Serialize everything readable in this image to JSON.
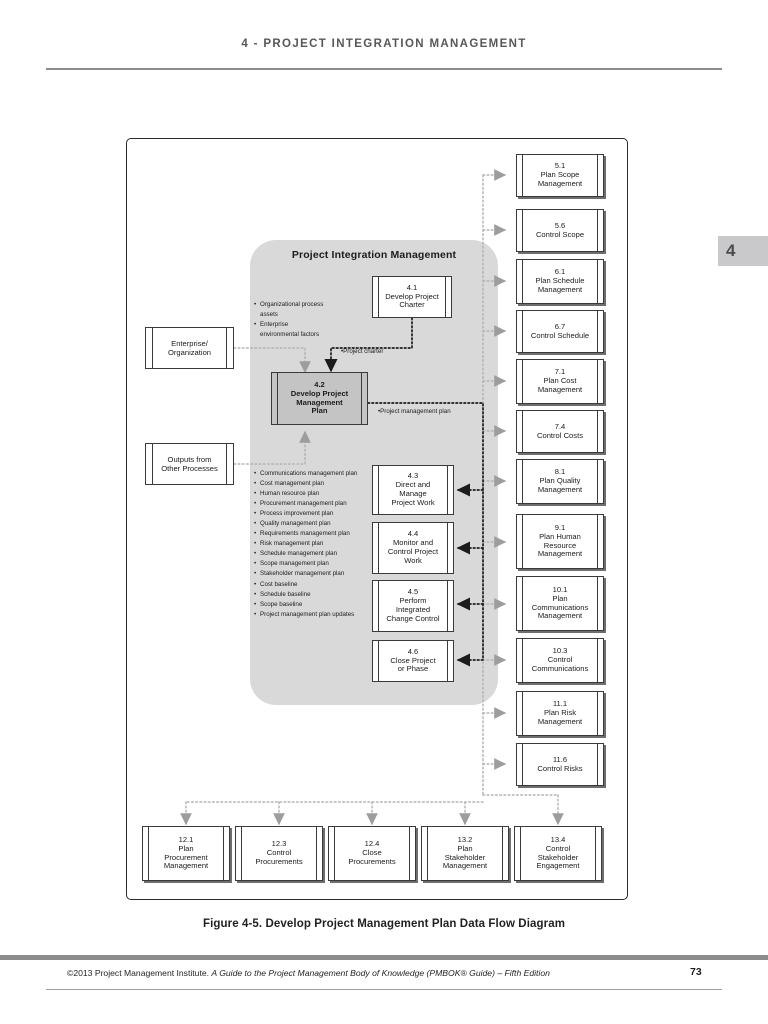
{
  "header": {
    "title": "4 - PROJECT INTEGRATION MANAGEMENT"
  },
  "chapter_tab": {
    "number": "4"
  },
  "diagram": {
    "panel_title": "Project Integration Management",
    "inputs_left": [
      {
        "id": "enterprise-organization",
        "lines": [
          "Enterprise/",
          "Organization"
        ]
      },
      {
        "id": "outputs-other-processes",
        "lines": [
          "Outputs from",
          "Other Processes"
        ]
      }
    ],
    "enterprise_bullets": [
      "Organizational process",
      "assets",
      "Enterprise",
      "environmental factors"
    ],
    "plan_bullets": [
      "Communications management plan",
      "Cost management plan",
      "Human resource plan",
      "Procurement management plan",
      "Process improvement plan",
      "Quality management plan",
      "Requirements management plan",
      "Risk management plan",
      "Schedule management plan",
      "Scope management plan",
      "Stakeholder management plan",
      "Cost baseline",
      "Schedule baseline",
      "Scope baseline",
      "Project management plan updates"
    ],
    "flow_labels": {
      "project_charter": "Project charter",
      "project_management_plan": "Project management plan"
    },
    "core_processes": [
      {
        "num": "4.1",
        "lines": [
          "Develop Project",
          "Charter"
        ],
        "filled": false
      },
      {
        "num": "4.2",
        "lines": [
          "Develop Project",
          "Management",
          "Plan"
        ],
        "filled": true
      },
      {
        "num": "4.3",
        "lines": [
          "Direct and",
          "Manage",
          "Project Work"
        ],
        "filled": false
      },
      {
        "num": "4.4",
        "lines": [
          "Monitor and",
          "Control Project",
          "Work"
        ],
        "filled": false
      },
      {
        "num": "4.5",
        "lines": [
          "Perform",
          "Integrated",
          "Change Control"
        ],
        "filled": false
      },
      {
        "num": "4.6",
        "lines": [
          "Close Project",
          "or Phase"
        ],
        "filled": false
      }
    ],
    "right_processes": [
      {
        "num": "5.1",
        "lines": [
          "Plan Scope",
          "Management"
        ]
      },
      {
        "num": "5.6",
        "lines": [
          "Control Scope"
        ]
      },
      {
        "num": "6.1",
        "lines": [
          "Plan Schedule",
          "Management"
        ]
      },
      {
        "num": "6.7",
        "lines": [
          "Control Schedule"
        ]
      },
      {
        "num": "7.1",
        "lines": [
          "Plan Cost",
          "Management"
        ]
      },
      {
        "num": "7.4",
        "lines": [
          "Control Costs"
        ]
      },
      {
        "num": "8.1",
        "lines": [
          "Plan Quality",
          "Management"
        ]
      },
      {
        "num": "9.1",
        "lines": [
          "Plan Human",
          "Resource",
          "Management"
        ]
      },
      {
        "num": "10.1",
        "lines": [
          "Plan",
          "Communications",
          "Management"
        ]
      },
      {
        "num": "10.3",
        "lines": [
          "Control",
          "Communications"
        ]
      },
      {
        "num": "11.1",
        "lines": [
          "Plan Risk",
          "Management"
        ]
      },
      {
        "num": "11.6",
        "lines": [
          "Control Risks"
        ]
      }
    ],
    "bottom_processes": [
      {
        "num": "12.1",
        "lines": [
          "Plan",
          "Procurement",
          "Management"
        ]
      },
      {
        "num": "12.3",
        "lines": [
          "Control",
          "Procurements"
        ]
      },
      {
        "num": "12.4",
        "lines": [
          "Close",
          "Procurements"
        ]
      },
      {
        "num": "13.2",
        "lines": [
          "Plan",
          "Stakeholder",
          "Management"
        ]
      },
      {
        "num": "13.4",
        "lines": [
          "Control",
          "Stakeholder",
          "Engagement"
        ]
      }
    ]
  },
  "caption": {
    "text": "Figure 4-5. Develop Project Management Plan Data Flow Diagram"
  },
  "footer": {
    "copyright": "©2013 Project Management Institute.",
    "title_italic": "A Guide to the Project Management Body of Knowledge (PMBOK® Guide) – Fifth Edition",
    "page_number": "73"
  },
  "colors": {
    "panel_gray": "#d9d9da",
    "rule_gray": "#8c8c8e",
    "filled_box": "#c4c4c5",
    "connector_light": "#b4b4b6",
    "connector_dark": "#3a3a3a"
  }
}
